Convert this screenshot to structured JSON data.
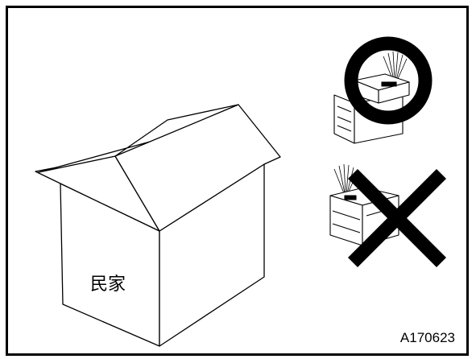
{
  "house": {
    "label": "民家"
  },
  "marks": {
    "correct": "circle",
    "incorrect": "cross"
  },
  "figure_id": "A170623"
}
